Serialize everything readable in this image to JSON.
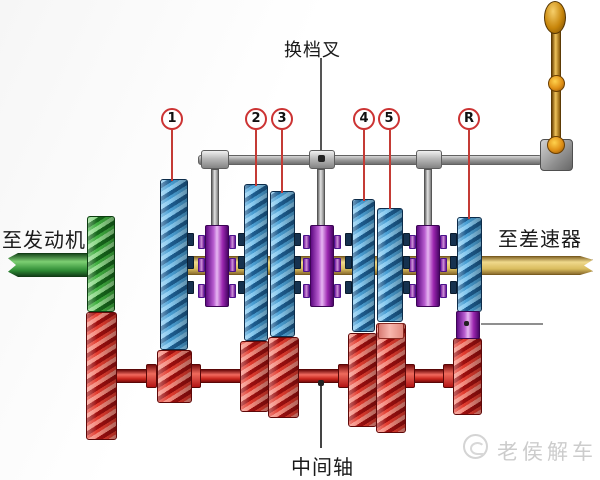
{
  "diagram": {
    "labels": {
      "shift_fork": "换档叉",
      "to_engine": "至发动机",
      "to_differential": "至差速器",
      "countershaft": "中间轴"
    },
    "gear_badges": [
      "1",
      "2",
      "3",
      "4",
      "5",
      "R"
    ],
    "watermark": {
      "text": "老侯解车"
    },
    "colors": {
      "speed_gear_blue": "#4a9fd4",
      "counter_gear_red": "#d92f23",
      "input_gear_green": "#3fae3f",
      "synchronizer_purple": "#b95ed0",
      "main_shaft_gold": "#dfc067",
      "countershaft_red": "#c6231a",
      "shift_rail_gray": "#9a9a9a",
      "lever_gold": "#d79c2b",
      "badge_ring_red": "#cc3333",
      "leader_line_red": "#c43b35",
      "watermark_gray": "#cccccc"
    }
  }
}
